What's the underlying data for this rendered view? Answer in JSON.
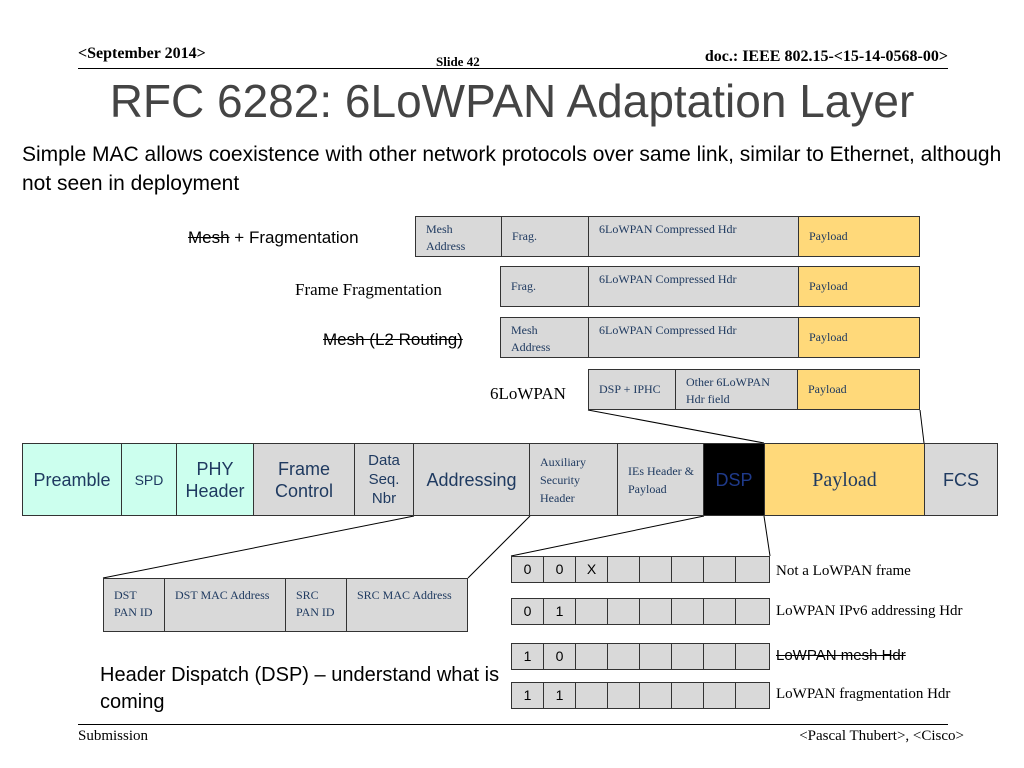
{
  "header": {
    "date": "<September 2014>",
    "slide": "Slide 42",
    "doc": "doc.: IEEE 802.15-<15-14-0568-00>"
  },
  "title": "RFC 6282: 6LoWPAN Adaptation Layer",
  "subtitle": "Simple MAC allows coexistence with other network protocols over same link, similar to Ethernet, although not seen in deployment",
  "rows": [
    {
      "label": "Mesh + Fragmentation",
      "label_strike_part": "Mesh",
      "label_rest": " + Fragmentation",
      "cells": [
        "Mesh Address",
        "Frag.",
        "6LoWPAN Compressed Hdr",
        "Payload"
      ]
    },
    {
      "label": "Frame Fragmentation",
      "cells": [
        "Frag.",
        "6LoWPAN Compressed Hdr",
        "Payload"
      ]
    },
    {
      "label": "Mesh (L2 Routing)",
      "cells": [
        "Mesh Address",
        "6LoWPAN Compressed Hdr",
        "Payload"
      ]
    },
    {
      "label": "6LoWPAN",
      "cells": [
        "DSP + IPHC",
        "Other 6LoWPAN Hdr field",
        "Payload"
      ]
    }
  ],
  "frame": {
    "preamble": "Preamble",
    "spd": "SPD",
    "phy_header": "PHY Header",
    "frame_control": "Frame Control",
    "data_seq_nbr": "Data Seq. Nbr",
    "addressing": "Addressing",
    "aux_security": "Auxiliary Security Header",
    "ies": "IEs Header & Payload",
    "dsp": "DSP",
    "payload": "Payload",
    "fcs": "FCS"
  },
  "addressing_fields": [
    "DST PAN ID",
    "DST MAC Address",
    "SRC PAN ID",
    "SRC MAC Address"
  ],
  "dispatch_patterns": [
    {
      "bits": [
        "0",
        "0",
        "X"
      ],
      "label": "Not a LoWPAN frame"
    },
    {
      "bits": [
        "0",
        "1"
      ],
      "label": "LoWPAN IPv6 addressing Hdr"
    },
    {
      "bits": [
        "1",
        "0"
      ],
      "label": "LoWPAN mesh Hdr"
    },
    {
      "bits": [
        "1",
        "1"
      ],
      "label": "LoWPAN fragmentation Hdr"
    }
  ],
  "dsp_note": "Header Dispatch (DSP) – understand what is coming",
  "footer": {
    "left": "Submission",
    "right": "<Pascal Thubert>, <Cisco>"
  },
  "colors": {
    "payload": "#ffd97a",
    "teal": "#ccffee",
    "gray": "#d9d9d9",
    "dsp": "#000000",
    "title": "#444444"
  }
}
